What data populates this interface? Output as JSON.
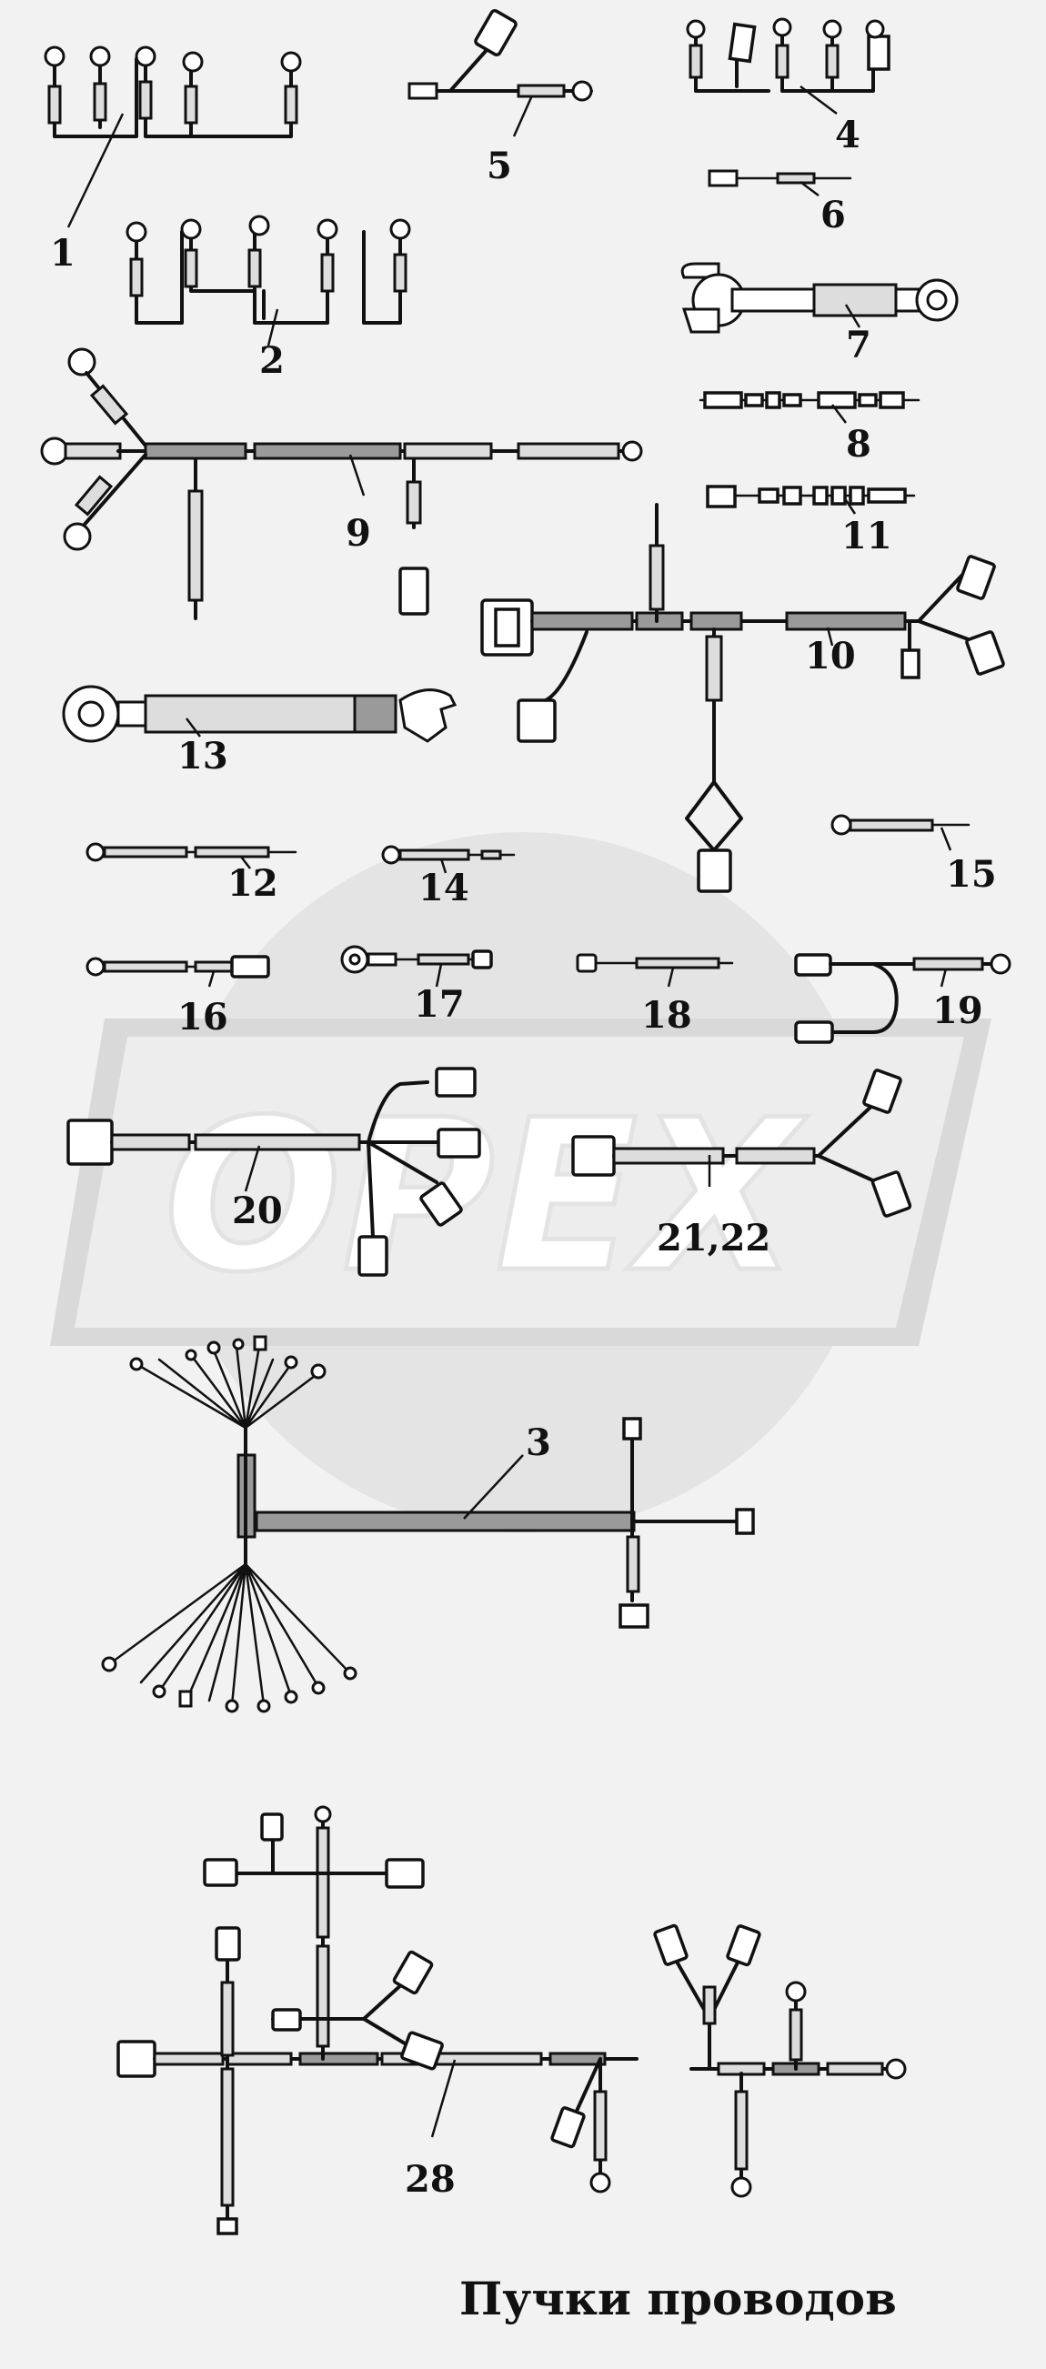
{
  "labels": {
    "l1": "1",
    "l2": "2",
    "l3": "3",
    "l4": "4",
    "l5": "5",
    "l6": "6",
    "l7": "7",
    "l8": "8",
    "l9": "9",
    "l10": "10",
    "l11": "11",
    "l12": "12",
    "l13": "13",
    "l14": "14",
    "l15": "15",
    "l16": "16",
    "l17": "17",
    "l18": "18",
    "l19": "19",
    "l20": "20",
    "l21_22": "21,22",
    "l28": "28"
  },
  "title": "Пучки проводов",
  "watermark": "OPEX"
}
